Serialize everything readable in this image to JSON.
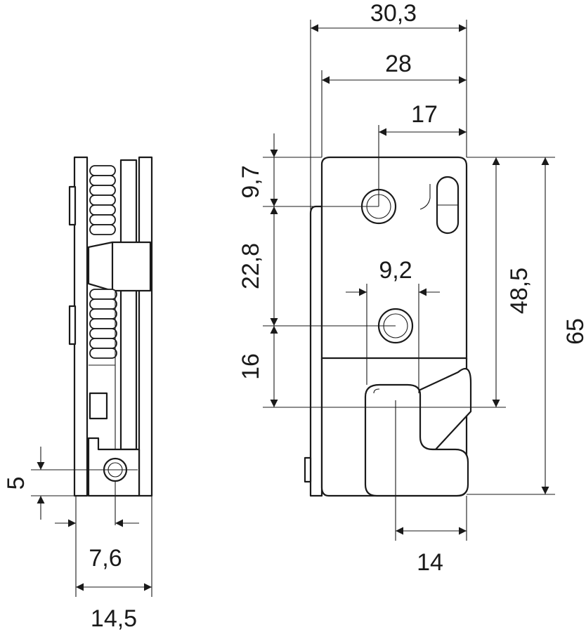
{
  "side_view": {
    "dim_hole_offset": "5",
    "dim_hole_position": "7,6",
    "dim_depth": "14,5"
  },
  "front_view": {
    "dim_overall_width": "30,3",
    "dim_plate_width": "28",
    "dim_hole_from_right": "17",
    "dim_top_to_hole": "9,7",
    "dim_hole_spacing": "22,8",
    "dim_hole_lateral_offset": "9,2",
    "dim_hole_to_notch": "16",
    "dim_body_height": "48,5",
    "dim_overall_height": "65",
    "dim_notch_width": "14"
  },
  "colors": {
    "line": "#1a1a1a",
    "background": "#ffffff"
  }
}
